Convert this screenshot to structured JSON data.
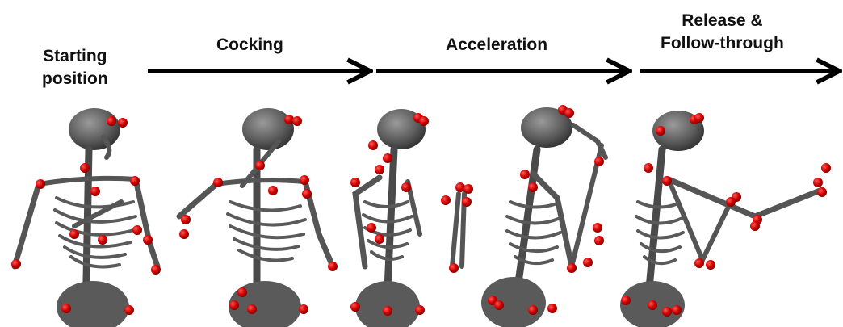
{
  "phases": [
    {
      "line1": "Starting",
      "line2": "position"
    },
    {
      "line1": "Cocking",
      "line2": ""
    },
    {
      "line1": "Acceleration",
      "line2": ""
    },
    {
      "line1": "Release &",
      "line2": "Follow-through"
    }
  ],
  "colors": {
    "bone": "#5d5d5d",
    "bone_dark": "#3c3c3c",
    "marker": "#d40000",
    "arrow": "#000000"
  }
}
